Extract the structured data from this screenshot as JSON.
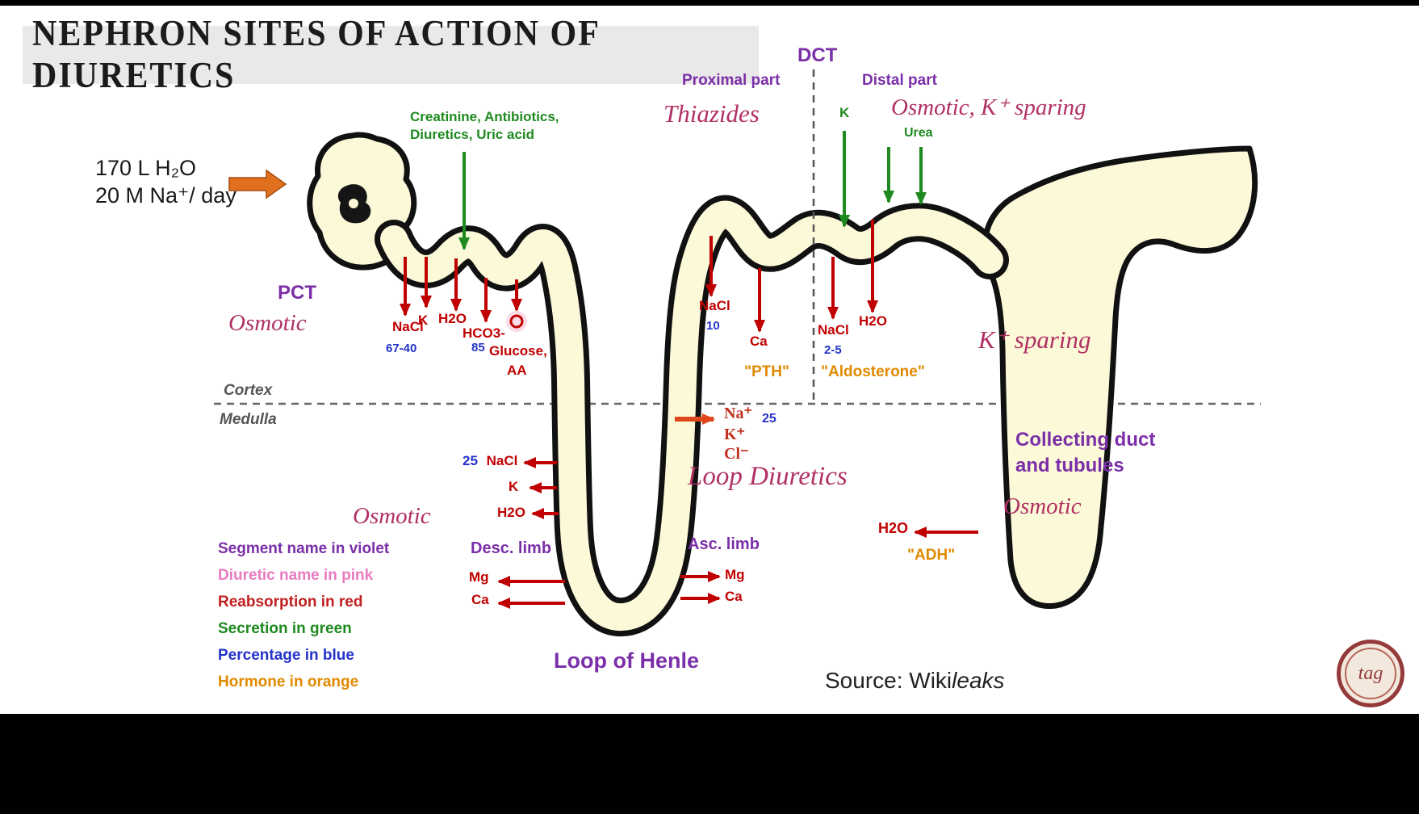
{
  "title": "NEPHRON SITES OF ACTION OF DIURETICS",
  "inflow": {
    "line1": "170 L H₂O",
    "line2": "20 M Na⁺/ day"
  },
  "segments": {
    "pct": "PCT",
    "dct": "DCT",
    "proximal_part": "Proximal part",
    "distal_part": "Distal part",
    "desc_limb": "Desc. limb",
    "asc_limb": "Asc. limb",
    "loop_of_henle": "Loop of Henle",
    "collecting_duct": "Collecting duct",
    "and_tubules": "and tubules",
    "cortex": "Cortex",
    "medulla": "Medulla"
  },
  "diuretics": {
    "pct": "Osmotic",
    "thiazides": "Thiazides",
    "distal": "Osmotic, K⁺ sparing",
    "k_sparing": "K⁺ sparing",
    "desc": "Osmotic",
    "loop": "Loop Diuretics",
    "collecting": "Osmotic"
  },
  "secretion": {
    "pct_line1": "Creatinine, Antibiotics,",
    "pct_line2": "Diuretics, Uric acid",
    "k": "K",
    "urea": "Urea"
  },
  "reabsorption": {
    "pct_nacl": "NaCl",
    "pct_nacl_pct": "67-40",
    "pct_k": "K",
    "pct_h2o": "H2O",
    "pct_hco3": "HCO3-",
    "pct_hco3_pct": "85",
    "pct_glucose1": "Glucose,",
    "pct_glucose2": "AA",
    "dct_nacl": "NaCl",
    "dct_nacl_pct": "10",
    "dct_ca": "Ca",
    "dct2_nacl": "NaCl",
    "dct2_nacl_pct": "2-5",
    "dct_h2o": "H2O",
    "loop_na": "Na⁺",
    "loop_k": "K⁺",
    "loop_cl": "Cl⁻",
    "loop_pct": "25",
    "desc_pct": "25",
    "desc_nacl": "NaCl",
    "desc_k": "K",
    "desc_h2o": "H2O",
    "desc_mg": "Mg",
    "desc_ca": "Ca",
    "asc_mg": "Mg",
    "asc_ca": "Ca",
    "cd_h2o": "H2O"
  },
  "hormones": {
    "pth": "\"PTH\"",
    "aldosterone": "\"Aldosterone\"",
    "adh": "\"ADH\""
  },
  "legend": [
    {
      "text": "Segment name in violet",
      "color": "#7B2FA8"
    },
    {
      "text": "Diuretic name in pink",
      "color": "#E87BC0"
    },
    {
      "text": "Reabsorption in red",
      "color": "#C02020"
    },
    {
      "text": "Secretion in green",
      "color": "#1F8A1F"
    },
    {
      "text": "Percentage in blue",
      "color": "#2433C8"
    },
    {
      "text": "Hormone in orange",
      "color": "#E08A00"
    }
  ],
  "source": {
    "prefix": "Source: Wiki",
    "suffix": "leaks"
  },
  "logo": {
    "text": "tag"
  },
  "colors": {
    "segment_violet": "#7B2FA8",
    "diuretic_pink": "#B03064",
    "reabsorption_red": "#C00000",
    "secretion_green": "#1F8A1F",
    "percentage_blue": "#2433C8",
    "hormone_orange": "#E08A00",
    "nephron_fill": "#FCF9D8",
    "outline": "#111111"
  }
}
